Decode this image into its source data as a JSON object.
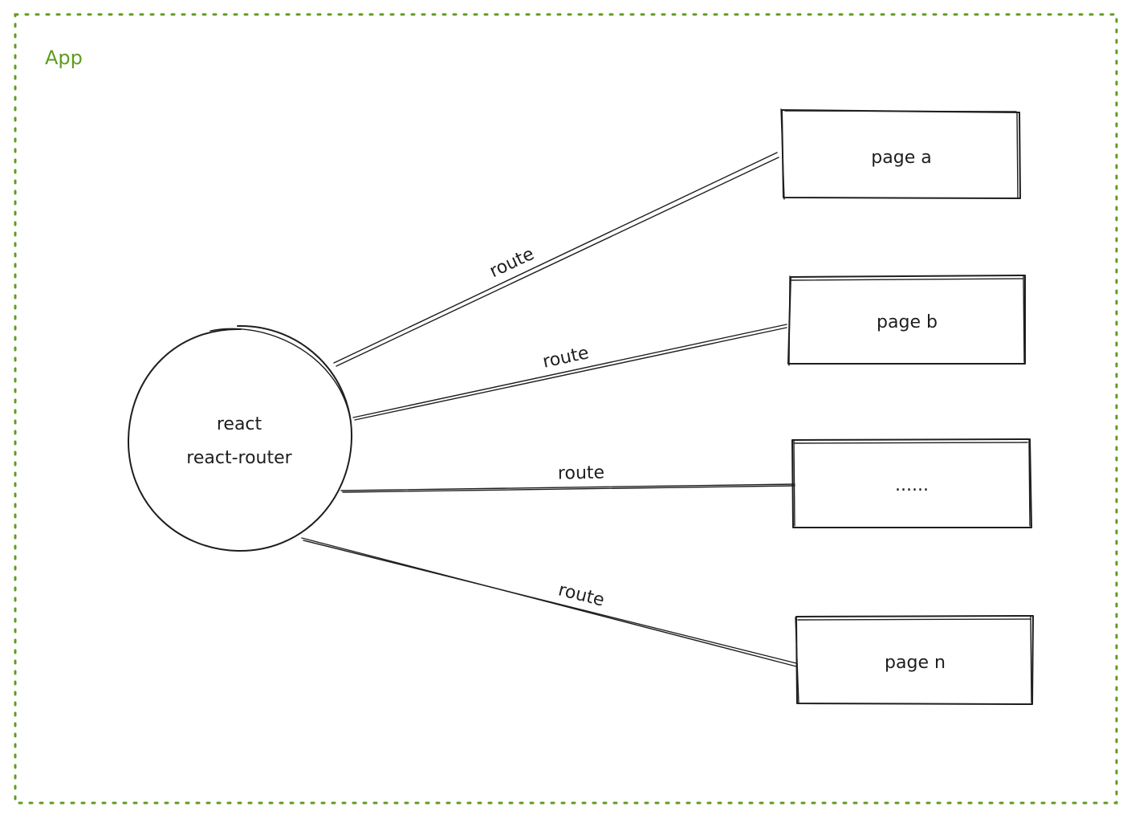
{
  "frame": {
    "label": "App",
    "color": "#5f9c1f"
  },
  "router_node": {
    "line1": "react",
    "line2": "react-router"
  },
  "pages": [
    {
      "label": "page a"
    },
    {
      "label": "page b"
    },
    {
      "label": "......"
    },
    {
      "label": "page n"
    }
  ],
  "edges": [
    {
      "label": "route"
    },
    {
      "label": "route"
    },
    {
      "label": "route"
    },
    {
      "label": "route"
    }
  ],
  "colors": {
    "stroke": "#1e1e1e",
    "frame": "#5f9c1f",
    "background": "#ffffff"
  }
}
